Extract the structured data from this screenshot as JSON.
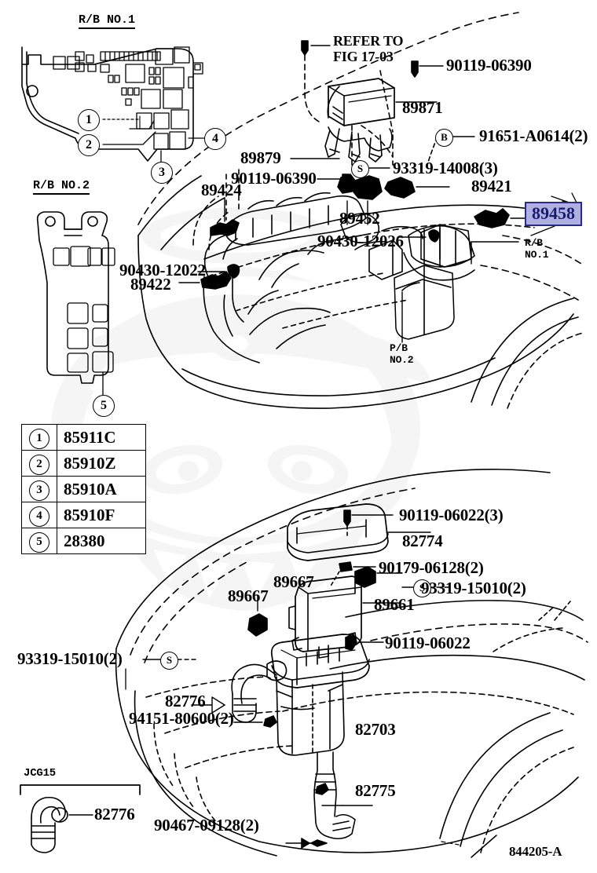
{
  "figure": {
    "number": "844205-A",
    "model_code": "JCG15"
  },
  "sections": {
    "rb_no1_header": "R/B NO.1",
    "rb_no2_header": "R/B NO.2",
    "refer_note": "REFER TO\nFIG 17-03",
    "rb_no1_callout": "R/B\nNO.1",
    "pb_no2_callout": "P/B\nNO.2"
  },
  "legend": {
    "rows": [
      {
        "index": "1",
        "part": "85911C"
      },
      {
        "index": "2",
        "part": "85910Z"
      },
      {
        "index": "3",
        "part": "85910A"
      },
      {
        "index": "4",
        "part": "85910F"
      },
      {
        "index": "5",
        "part": "28380"
      }
    ]
  },
  "callouts": {
    "rb1_1": "1",
    "rb1_2": "2",
    "rb1_3": "3",
    "rb1_4": "4",
    "rb2_5": "5",
    "marker_b": "B",
    "marker_s_upper": "S",
    "marker_s_lower": "S",
    "marker_s_mid": "S"
  },
  "labels": {
    "upper": [
      {
        "id": "l-90119-06390-top",
        "text": "90119-06390"
      },
      {
        "id": "l-89871",
        "text": "89871"
      },
      {
        "id": "l-91651-a0614",
        "text": "91651-A0614(2)"
      },
      {
        "id": "l-93319-14008",
        "text": "93319-14008(3)"
      },
      {
        "id": "l-89879",
        "text": "89879"
      },
      {
        "id": "l-90119-06390-mid",
        "text": "90119-06390"
      },
      {
        "id": "l-89424",
        "text": "89424"
      },
      {
        "id": "l-89421",
        "text": "89421"
      },
      {
        "id": "l-89452",
        "text": "89452"
      },
      {
        "id": "l-89458",
        "text": "89458"
      },
      {
        "id": "l-90430-12026",
        "text": "90430-12026"
      },
      {
        "id": "l-90430-12022",
        "text": "90430-12022"
      },
      {
        "id": "l-89422",
        "text": "89422"
      }
    ],
    "lower": [
      {
        "id": "l-90119-06022-3",
        "text": "90119-06022(3)"
      },
      {
        "id": "l-82774",
        "text": "82774"
      },
      {
        "id": "l-90179-06128",
        "text": "90179-06128(2)"
      },
      {
        "id": "l-93319-15010-r",
        "text": "93319-15010(2)"
      },
      {
        "id": "l-89667-a",
        "text": "89667"
      },
      {
        "id": "l-89667-b",
        "text": "89667"
      },
      {
        "id": "l-89661",
        "text": "89661"
      },
      {
        "id": "l-90119-06022",
        "text": "90119-06022"
      },
      {
        "id": "l-93319-15010-l",
        "text": "93319-15010(2)"
      },
      {
        "id": "l-82776-mid",
        "text": "82776"
      },
      {
        "id": "l-94151-80600",
        "text": "94151-80600(2)"
      },
      {
        "id": "l-82703",
        "text": "82703"
      },
      {
        "id": "l-82775",
        "text": "82775"
      },
      {
        "id": "l-82776-bot",
        "text": "82776"
      },
      {
        "id": "l-90467-09128",
        "text": "90467-09128(2)"
      }
    ]
  },
  "colors": {
    "highlight_fill": "#b0b0e0",
    "highlight_border": "#2a2a8c",
    "highlight_text": "#1a1a6e",
    "ink": "#000000",
    "paper": "#ffffff",
    "watermark": "#d8d8d8"
  }
}
